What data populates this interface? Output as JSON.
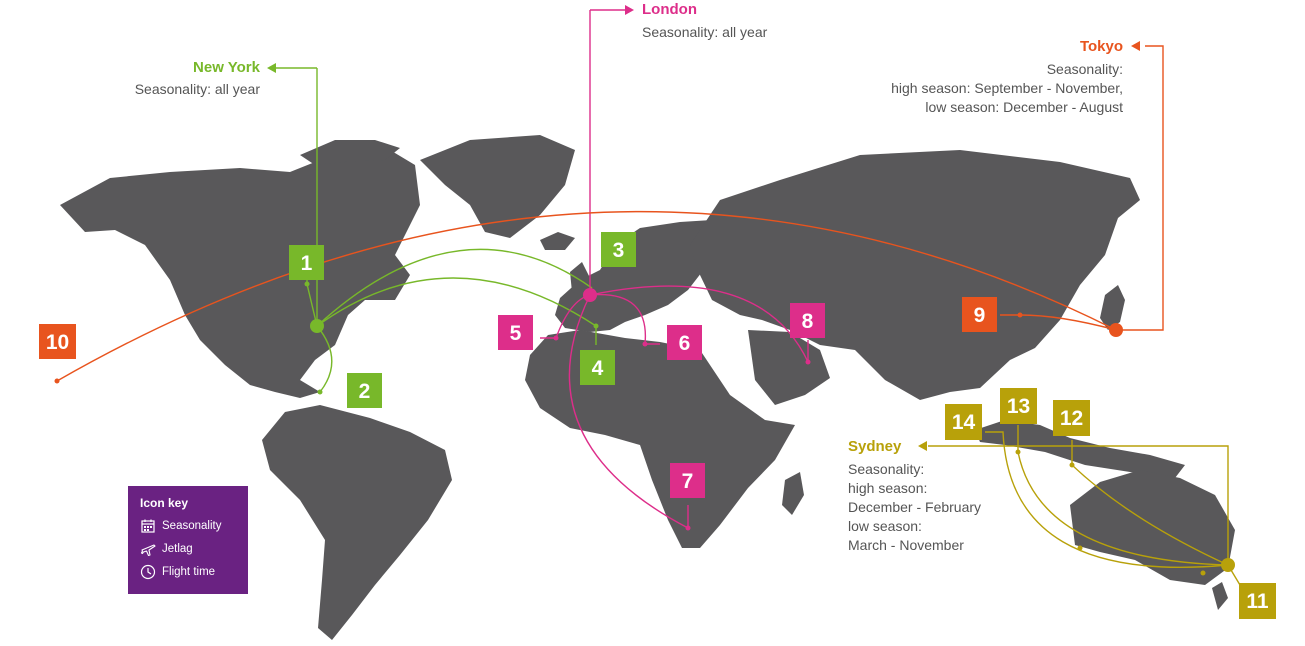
{
  "hubs": {
    "new_york": {
      "name": "New York",
      "info": [
        "Seasonality: all year"
      ],
      "color": "#78b82a"
    },
    "london": {
      "name": "London",
      "info": [
        "Seasonality: all year"
      ],
      "color": "#dd2e8a"
    },
    "tokyo": {
      "name": "Tokyo",
      "info": [
        "Seasonality:",
        "high season: September - November,",
        "low season: December - August"
      ],
      "color": "#e8541e"
    },
    "sydney": {
      "name": "Sydney",
      "info": [
        "Seasonality:",
        "high season:",
        "December - February",
        "low season:",
        "March - November"
      ],
      "color": "#b8a10a"
    }
  },
  "markers": [
    {
      "label": "1",
      "color": "#78b82a"
    },
    {
      "label": "2",
      "color": "#78b82a"
    },
    {
      "label": "3",
      "color": "#78b82a"
    },
    {
      "label": "4",
      "color": "#78b82a"
    },
    {
      "label": "5",
      "color": "#dd2e8a"
    },
    {
      "label": "6",
      "color": "#dd2e8a"
    },
    {
      "label": "7",
      "color": "#dd2e8a"
    },
    {
      "label": "8",
      "color": "#dd2e8a"
    },
    {
      "label": "9",
      "color": "#e8541e"
    },
    {
      "label": "10",
      "color": "#e8541e"
    },
    {
      "label": "11",
      "color": "#b8a10a"
    },
    {
      "label": "12",
      "color": "#b8a10a"
    },
    {
      "label": "13",
      "color": "#b8a10a"
    },
    {
      "label": "14",
      "color": "#b8a10a"
    }
  ],
  "legend": {
    "title": "Icon key",
    "items": [
      {
        "label": "Seasonality",
        "icon": "calendar-icon"
      },
      {
        "label": "Jetlag",
        "icon": "plane-icon"
      },
      {
        "label": "Flight time",
        "icon": "clock-icon"
      }
    ],
    "color": "#6a2282"
  },
  "land_color": "#59585a"
}
